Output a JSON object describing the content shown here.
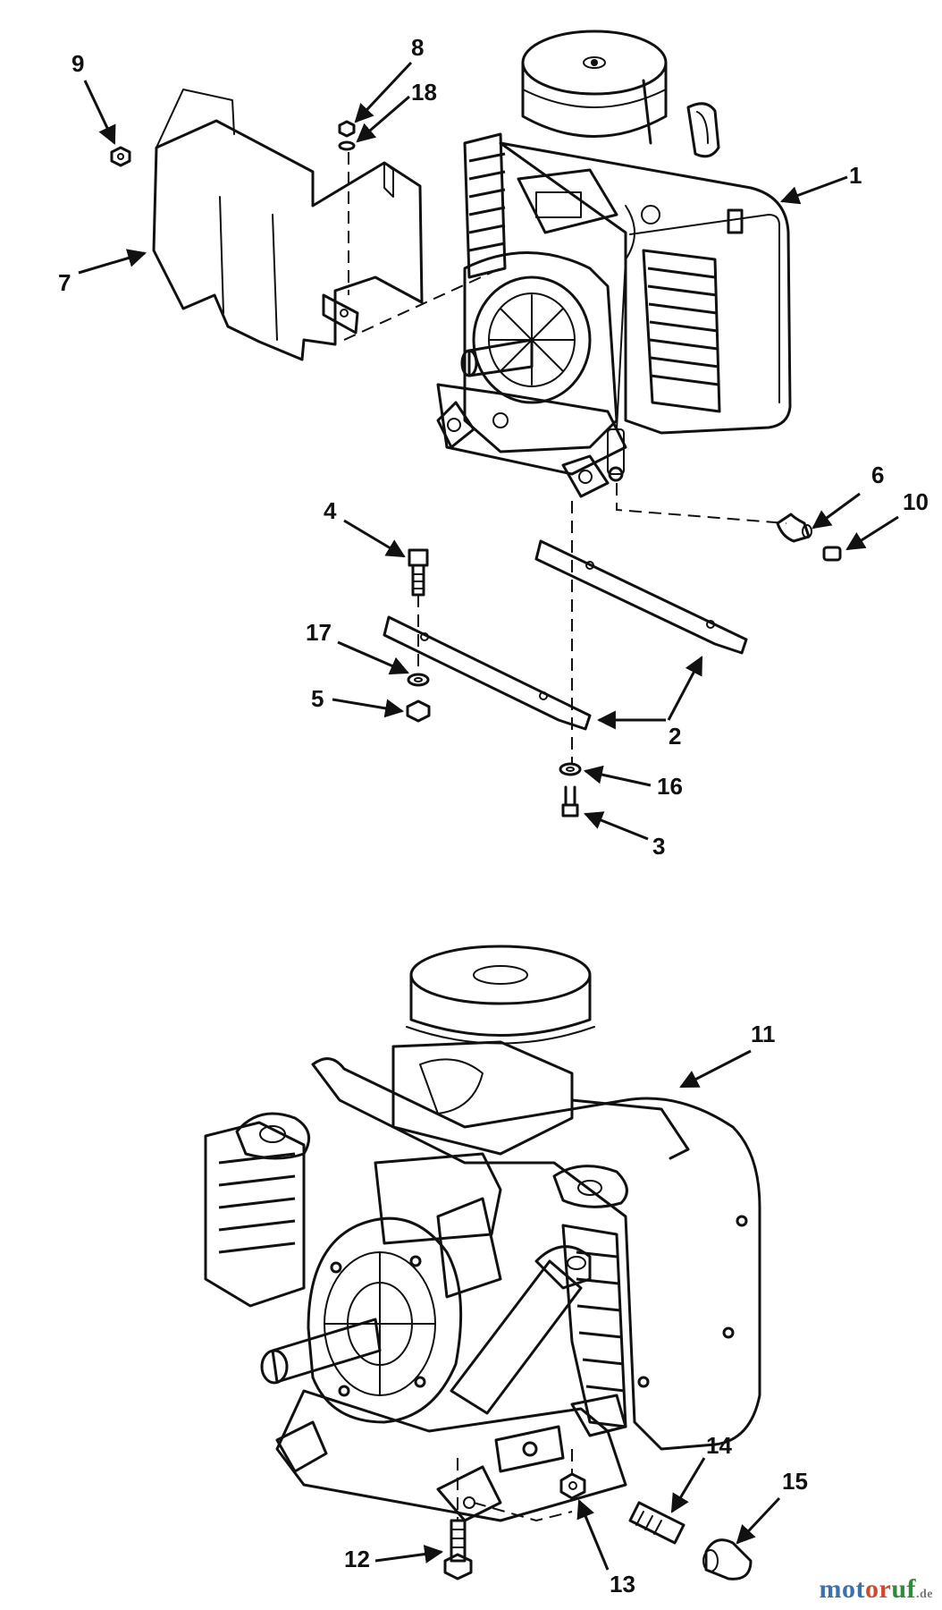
{
  "callouts": [
    {
      "id": "c1",
      "label": "1"
    },
    {
      "id": "c2",
      "label": "2"
    },
    {
      "id": "c3",
      "label": "3"
    },
    {
      "id": "c4",
      "label": "4"
    },
    {
      "id": "c5",
      "label": "5"
    },
    {
      "id": "c6",
      "label": "6"
    },
    {
      "id": "c7",
      "label": "7"
    },
    {
      "id": "c8",
      "label": "8"
    },
    {
      "id": "c9",
      "label": "9"
    },
    {
      "id": "c10",
      "label": "10"
    },
    {
      "id": "c11",
      "label": "11"
    },
    {
      "id": "c12",
      "label": "12"
    },
    {
      "id": "c13",
      "label": "13"
    },
    {
      "id": "c14",
      "label": "14"
    },
    {
      "id": "c15",
      "label": "15"
    },
    {
      "id": "c16",
      "label": "16"
    },
    {
      "id": "c17",
      "label": "17"
    },
    {
      "id": "c18",
      "label": "18"
    }
  ],
  "watermark": {
    "part1": "mot",
    "part2": "or",
    "part3": "uf",
    "suffix": ".de"
  },
  "colors": {
    "ink": "#111111",
    "background": "#ffffff",
    "watermark_blue": "#3a6fb0",
    "watermark_red": "#d04a2a",
    "watermark_green": "#2e8b3a"
  }
}
